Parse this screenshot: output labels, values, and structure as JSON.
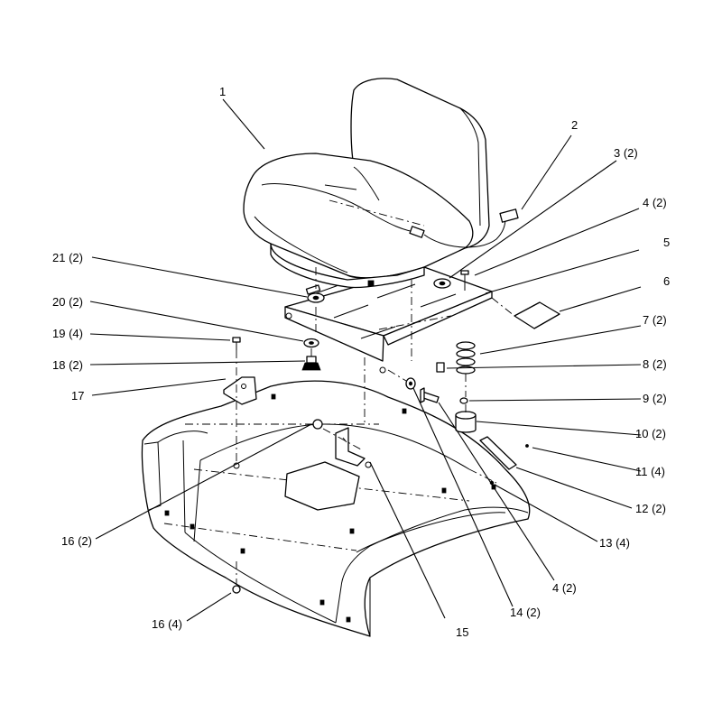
{
  "callouts": [
    {
      "id": "c1",
      "text": "1"
    },
    {
      "id": "c2",
      "text": "2"
    },
    {
      "id": "c3",
      "text": "3 (2)"
    },
    {
      "id": "c4a",
      "text": "4 (2)"
    },
    {
      "id": "c5",
      "text": "5"
    },
    {
      "id": "c6",
      "text": "6"
    },
    {
      "id": "c7",
      "text": "7 (2)"
    },
    {
      "id": "c8",
      "text": "8 (2)"
    },
    {
      "id": "c9",
      "text": "9 (2)"
    },
    {
      "id": "c10",
      "text": "10 (2)"
    },
    {
      "id": "c11",
      "text": "11 (4)"
    },
    {
      "id": "c12",
      "text": "12 (2)"
    },
    {
      "id": "c13",
      "text": "13 (4)"
    },
    {
      "id": "c4b",
      "text": "4 (2)"
    },
    {
      "id": "c14",
      "text": "14 (2)"
    },
    {
      "id": "c15",
      "text": "15"
    },
    {
      "id": "c16a",
      "text": "16 (4)"
    },
    {
      "id": "c16b",
      "text": "16 (2)"
    },
    {
      "id": "c17",
      "text": "17"
    },
    {
      "id": "c18",
      "text": "18 (2)"
    },
    {
      "id": "c19",
      "text": "19 (4)"
    },
    {
      "id": "c20",
      "text": "20 (2)"
    },
    {
      "id": "c21",
      "text": "21 (2)"
    }
  ]
}
